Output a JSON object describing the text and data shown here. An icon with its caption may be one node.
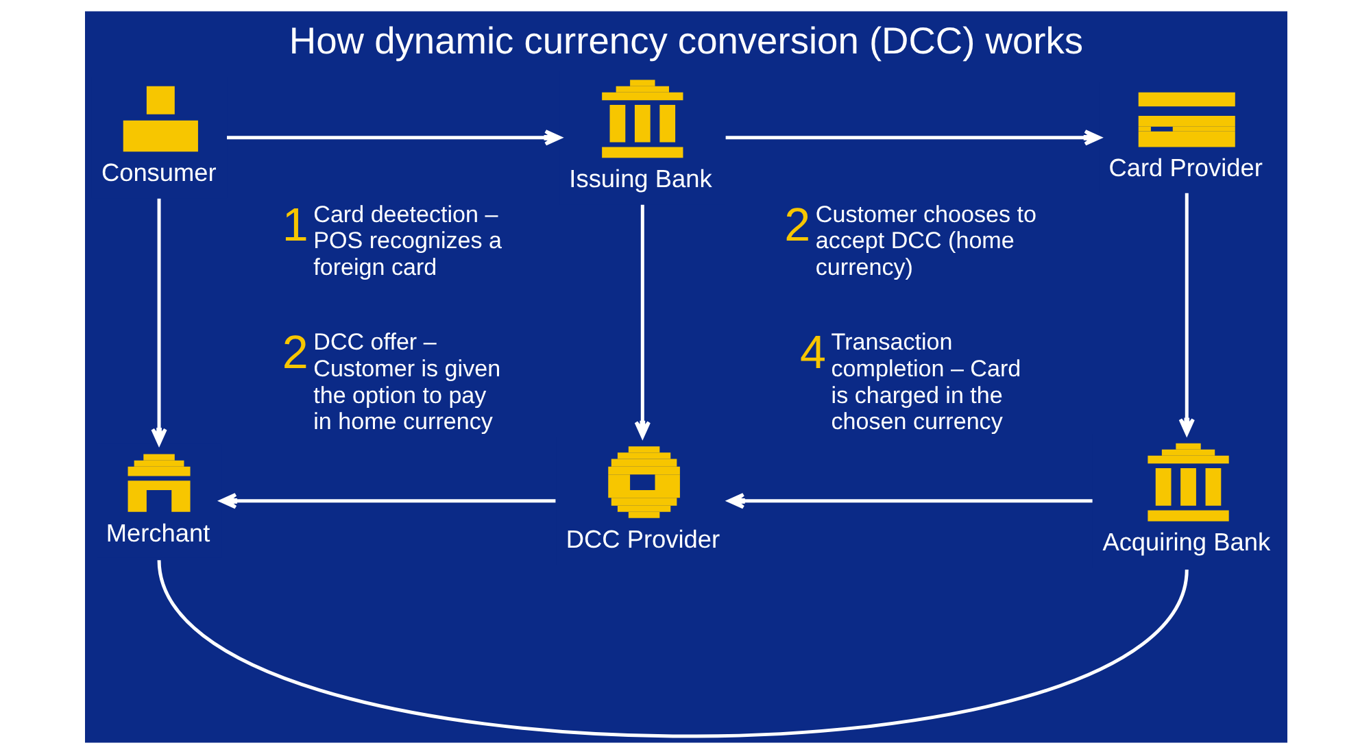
{
  "diagram": {
    "title": "How dynamic currency conversion (DCC) works",
    "nodes": [
      {
        "text": [
          "Consumer"
        ]
      },
      {
        "text": [
          "Issuing Bank"
        ]
      },
      {
        "text": [
          "Card Provider"
        ]
      },
      {
        "text": [
          "Merchant"
        ]
      },
      {
        "text": [
          "DCC Provider"
        ]
      },
      {
        "text": [
          "Acquiring Bank"
        ]
      }
    ],
    "edges": [
      {
        "from": 0,
        "to": 1,
        "arrow": "to"
      },
      {
        "from": 1,
        "to": 2,
        "arrow": "to"
      },
      {
        "from": 0,
        "to": 3,
        "arrow": "to"
      },
      {
        "from": 1,
        "to": 4,
        "arrow": "to"
      },
      {
        "from": 2,
        "to": 5,
        "arrow": "to"
      },
      {
        "from": 4,
        "to": 3,
        "arrow": "to"
      },
      {
        "from": 5,
        "to": 4,
        "arrow": "to"
      },
      {
        "from": 3,
        "to": 5,
        "arrow": "none"
      }
    ],
    "labels": [
      "1",
      "Card deetection – POS recognizes a foreign card",
      "2",
      "Customer chooses to accept DCC (home currency)",
      "2",
      "DCC offer – Customer is given the option to pay in home currency",
      "4",
      "Transaction completion – Card is charged in the chosen currency"
    ]
  }
}
